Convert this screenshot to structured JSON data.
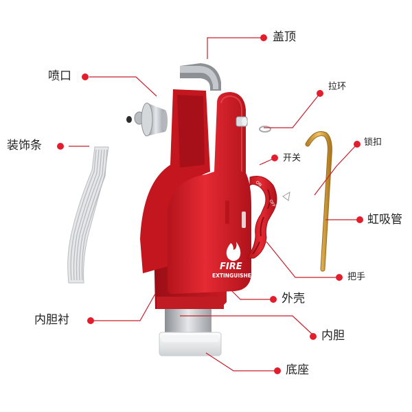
{
  "diagram": {
    "labels": {
      "top_cap": "盖顶",
      "nozzle": "喷口",
      "pull_ring": "拉环",
      "lock_buckle": "锁扣",
      "trim_strip": "装饰条",
      "switch": "开关",
      "siphon_tube": "虹吸管",
      "handle": "把手",
      "outer_shell": "外壳",
      "inner_liner": "内胆衬",
      "inner_tank": "内胆",
      "base": "底座"
    },
    "product_marks": {
      "brand_line1": "FIRE",
      "brand_line2": "EXTINGUISHER",
      "switch_on": "ON",
      "switch_off": "OFF"
    },
    "colors": {
      "body_red": "#d8202a",
      "dark_red": "#a3101a",
      "callout_dot": "#e21e2d",
      "leader_line": "#c81e2a",
      "metal": "#c9ccd0",
      "siphon_gold": "#d7a23c"
    }
  }
}
